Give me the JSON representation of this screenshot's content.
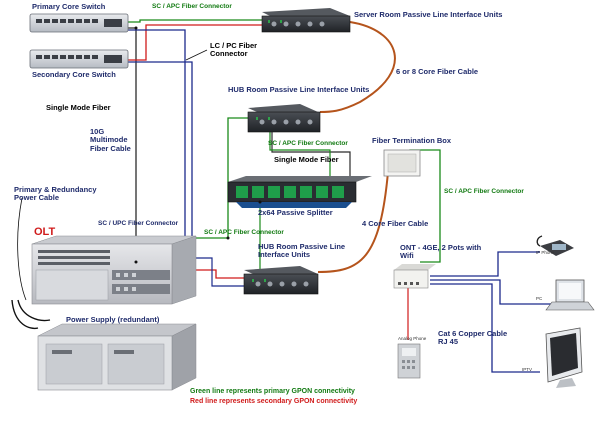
{
  "labels": {
    "primary_core_switch": "Primary Core Switch",
    "secondary_core_switch": "Secondary Core Switch",
    "sc_apc_top": "SC / APC Fiber Connector",
    "server_room_units": "Server Room Passive Line Interface Units",
    "lc_pc": "LC / PC Fiber Connector",
    "six_eight_core": "6 or 8 Core Fiber Cable",
    "hub_room_units_top": "HUB Room Passive Line Interface Units",
    "single_mode_left": "Single Mode Fiber",
    "multimode": "10G Multimode Fiber Cable",
    "sc_apc_middle": "SC / APC Fiber Connector",
    "single_mode_center": "Single Mode Fiber",
    "fiber_termination_box": "Fiber Termination Box",
    "primary_redundancy_power": "Primary & Redundancy Power Cable",
    "splitter": "2x64 Passive Splitter",
    "sc_apc_right": "SC / APC Fiber Connector",
    "sc_upc": "SC / UPC Fiber Connector",
    "olt": "OLT",
    "sc_apc_lower": "SC / APC Fiber Connector",
    "four_core": "4 Core Fiber Cable",
    "hub_room_units_bottom": "HUB Room Passive Line Interface Units",
    "ont": "ONT - 4GE, 2 Pots with Wifi",
    "ip_phone": "IP Phone",
    "pc": "PC",
    "power_supply": "Power Supply (redundant)",
    "cat6": "Cat 6 Copper Cable RJ 45",
    "analog_phone": "Analog Phone",
    "iptv": "IPTV",
    "legend_green": "Green line represents primary GPON connectivity",
    "legend_red": "Red line represents secondary GPON connectivity"
  },
  "colors": {
    "label_navy": "#1f2b6b",
    "primary_line": "#1a8a1a",
    "secondary_line": "#d01b1b",
    "multimode_line": "#1c2a8c",
    "single_mode_line": "#2b2b2b",
    "fiber_cable": "#b5541c"
  }
}
